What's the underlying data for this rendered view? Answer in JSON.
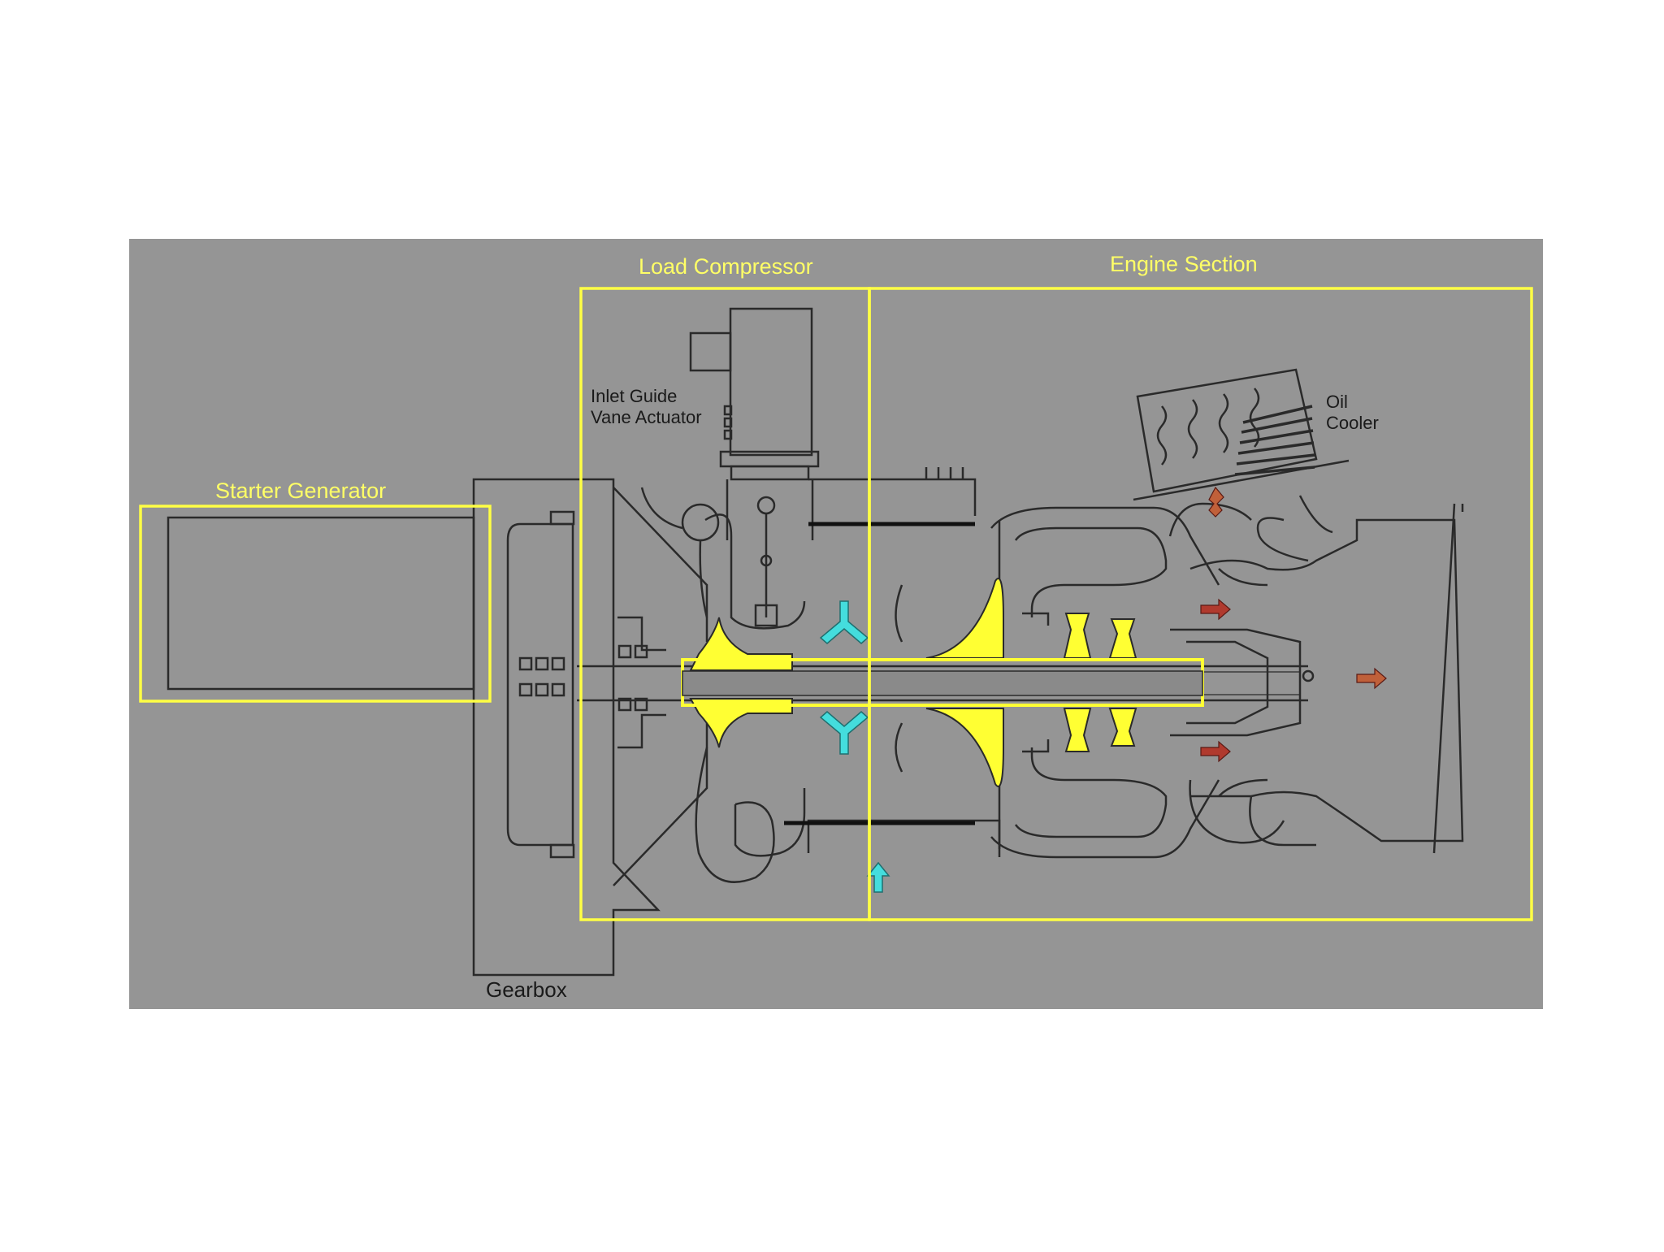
{
  "labels": {
    "load_compressor": "Load Compressor",
    "engine_section": "Engine Section",
    "starter_generator": "Starter Generator",
    "igv_line1": "Inlet Guide",
    "igv_line2": "Vane Actuator",
    "oil_line1": "Oil",
    "oil_line2": "Cooler",
    "gearbox": "Gearbox"
  },
  "colors": {
    "panel": "#959595",
    "section_box": "#ffff44",
    "rotor": "#ffff33",
    "inflow_arrow": "#44dddd",
    "outflow_arrow": "#b03a2e",
    "outline": "#2a2a2a"
  }
}
